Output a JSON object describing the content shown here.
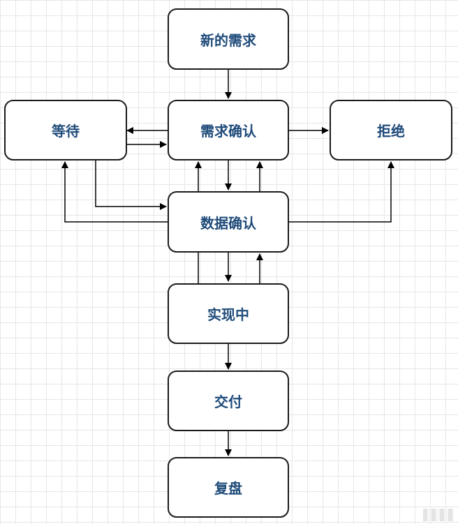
{
  "diagram": {
    "nodes": {
      "new_request": "新的需求",
      "wait": "等待",
      "requirement_confirm": "需求确认",
      "reject": "拒绝",
      "data_confirm": "数据确认",
      "in_progress": "实现中",
      "deliver": "交付",
      "review": "复盘"
    }
  },
  "colors": {
    "node_text": "#1f4b7a",
    "border": "#1a1a1a",
    "grid": "#e6e6e6"
  }
}
